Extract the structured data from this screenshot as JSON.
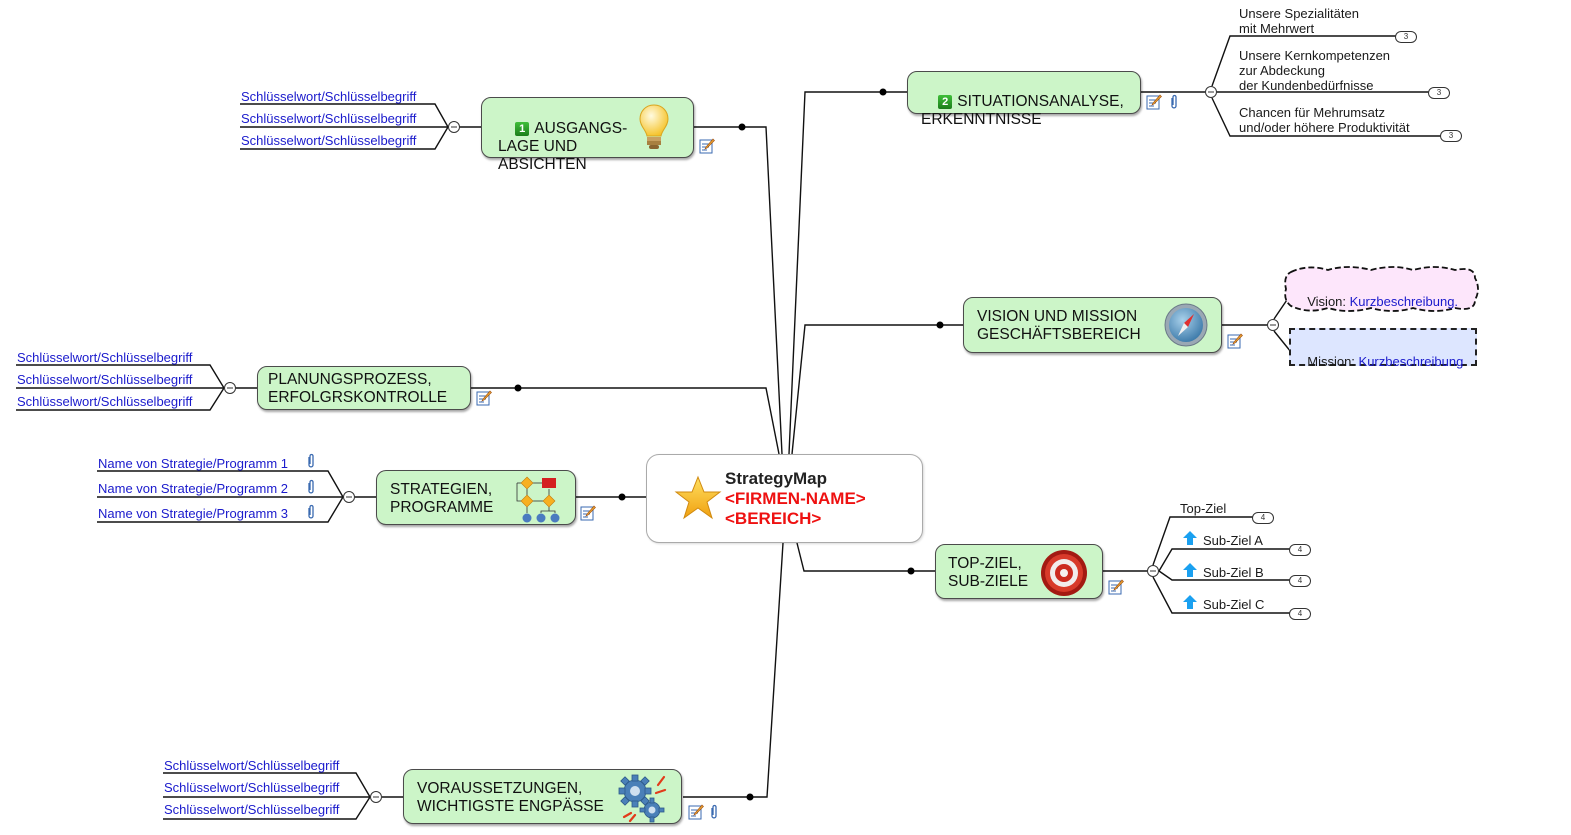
{
  "central_topic": {
    "title": "StrategyMap",
    "line2": "<FIRMEN-NAME>",
    "line3": "<BEREICH>",
    "icon": "star-icon"
  },
  "colors": {
    "topic_fill": "#ccf5c8",
    "link_text": "#1a1acc",
    "placeholder_red": "#ee1111",
    "vision_fill": "#fde6fb",
    "mission_fill": "#dde6ff",
    "arrow_blue": "#1aa0f0"
  },
  "topics": {
    "ausgangslage": {
      "number": "1",
      "label": "AUSGANGS-\nLAGE UND\nABSICHTEN",
      "icon": "lightbulb-icon",
      "markers": [
        "notes-icon"
      ],
      "children": [
        "Schlüsselwort/Schlüsselbegriff",
        "Schlüsselwort/Schlüsselbegriff",
        "Schlüsselwort/Schlüsselbegriff"
      ]
    },
    "planungsprozess": {
      "label": "PLANUNGSPROZESS,\nERFOLGRSKONTROLLE",
      "markers": [
        "notes-icon"
      ],
      "children": [
        "Schlüsselwort/Schlüsselbegriff",
        "Schlüsselwort/Schlüsselbegriff",
        "Schlüsselwort/Schlüsselbegriff"
      ]
    },
    "strategien": {
      "label": "STRATEGIEN,\nPROGRAMME",
      "icon": "flowchart-icon",
      "markers": [
        "notes-icon"
      ],
      "children": [
        "Name von Strategie/Programm 1",
        "Name von Strategie/Programm 2",
        "Name von Strategie/Programm 3"
      ]
    },
    "voraussetzungen": {
      "label": "VORAUSSETZUNGEN,\nWICHTIGSTE ENGPÄSSE",
      "icon": "gears-icon",
      "markers": [
        "notes-icon",
        "attachment-icon"
      ],
      "children": [
        "Schlüsselwort/Schlüsselbegriff",
        "Schlüsselwort/Schlüsselbegriff",
        "Schlüsselwort/Schlüsselbegriff"
      ]
    },
    "situationsanalyse": {
      "number": "2",
      "label": "SITUATIONSANALYSE,\nERKENNTNISSE",
      "markers": [
        "notes-icon",
        "attachment-icon"
      ],
      "children": [
        {
          "label": "Unsere Spezialitäten\nmit Mehrwert",
          "count": "3"
        },
        {
          "label": "Unsere Kernkompetenzen\nzur Abdeckung\nder Kundenbedürfnisse",
          "count": "3"
        },
        {
          "label": "Chancen für Mehrumsatz\nund/oder höhere Produktivität",
          "count": "3"
        }
      ]
    },
    "vision": {
      "label": "VISION UND MISSION\nGESCHÄFTSBEREICH",
      "icon": "compass-icon",
      "markers": [
        "notes-icon"
      ],
      "children": [
        {
          "prefix": "Vision: ",
          "link": "Kurzbeschreibung."
        },
        {
          "prefix": "Mission: ",
          "link": "Kurzbeschreibung"
        }
      ]
    },
    "topziel": {
      "label": "TOP-ZIEL,\nSUB-ZIELE",
      "icon": "target-icon",
      "markers": [
        "notes-icon"
      ],
      "children": [
        {
          "label": "Top-Ziel",
          "count": "4"
        },
        {
          "label": "Sub-Ziel A",
          "count": "4",
          "icon": "arrow-up-icon"
        },
        {
          "label": "Sub-Ziel B",
          "count": "4",
          "icon": "arrow-up-icon"
        },
        {
          "label": "Sub-Ziel C",
          "count": "4",
          "icon": "arrow-up-icon"
        }
      ]
    }
  }
}
